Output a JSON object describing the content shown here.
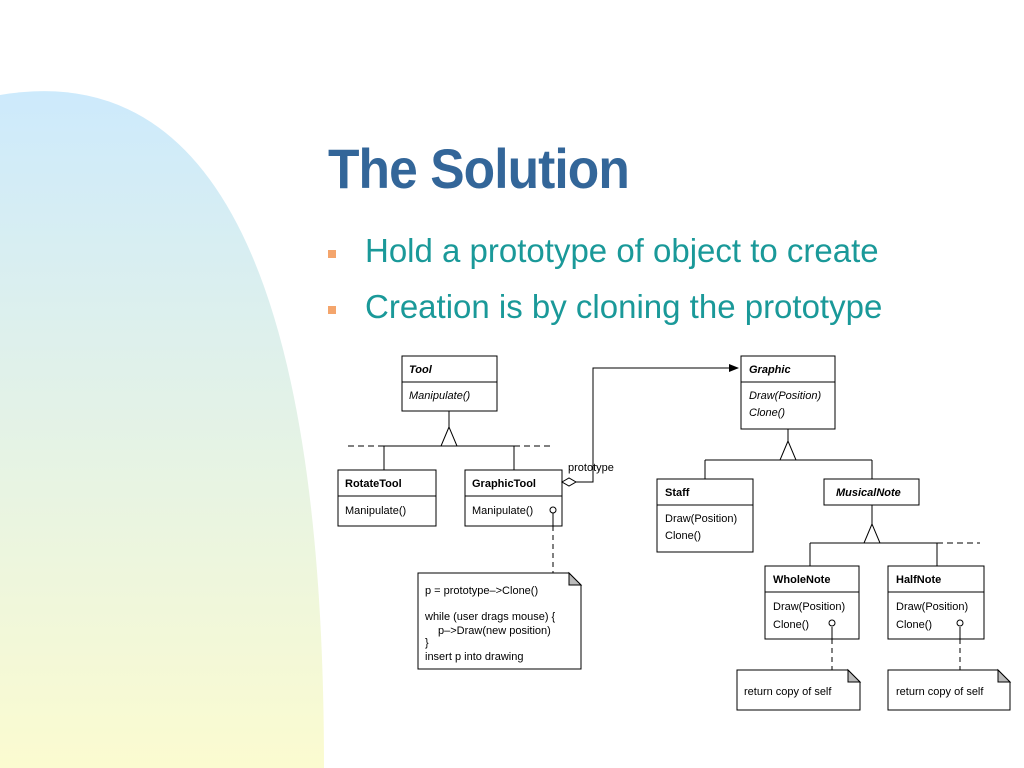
{
  "slide": {
    "title": "The Solution",
    "bullets": [
      "Hold a prototype of object to create",
      "Creation is by cloning the prototype"
    ]
  },
  "colors": {
    "title": "#336699",
    "bullet_text": "#1a9999",
    "bullet_marker": "#f4a56c",
    "background_gradient_top": "#cdeafc",
    "background_gradient_bottom": "#fbfbd0"
  },
  "diagram": {
    "classes": {
      "tool": {
        "name": "Tool",
        "ops": [
          "Manipulate()"
        ]
      },
      "rotate_tool": {
        "name": "RotateTool",
        "ops": [
          "Manipulate()"
        ]
      },
      "graphic_tool": {
        "name": "GraphicTool",
        "ops": [
          "Manipulate()"
        ]
      },
      "graphic": {
        "name": "Graphic",
        "ops": [
          "Draw(Position)",
          "Clone()"
        ]
      },
      "staff": {
        "name": "Staff",
        "ops": [
          "Draw(Position)",
          "Clone()"
        ]
      },
      "musical_note": {
        "name": "MusicalNote",
        "ops": []
      },
      "whole_note": {
        "name": "WholeNote",
        "ops": [
          "Draw(Position)",
          "Clone()"
        ]
      },
      "half_note": {
        "name": "HalfNote",
        "ops": [
          "Draw(Position)",
          "Clone()"
        ]
      }
    },
    "association_label": "prototype",
    "notes": {
      "manipulate_code": [
        "p = prototype–>Clone()",
        "while (user drags mouse) {",
        "p–>Draw(new position)",
        "}",
        "insert p into drawing"
      ],
      "whole_note_clone": "return copy of self",
      "half_note_clone": "return copy of self"
    }
  }
}
